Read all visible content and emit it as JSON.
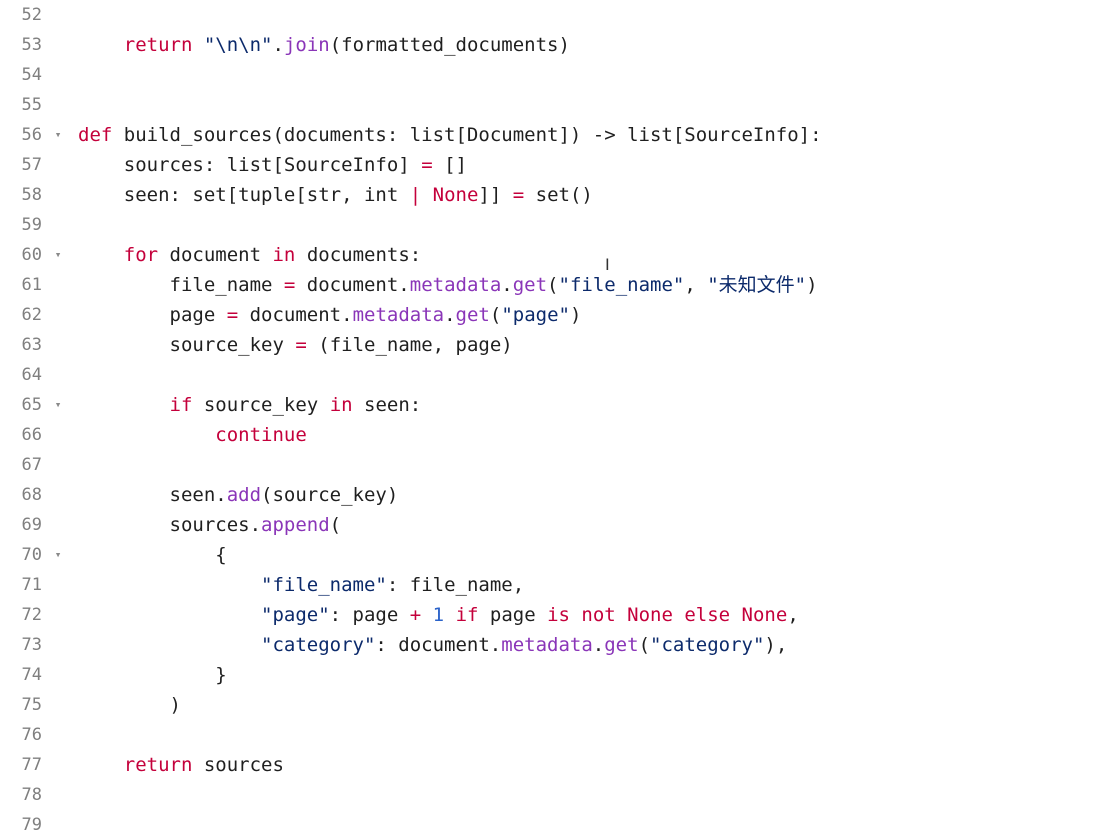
{
  "editor": {
    "lines": [
      {
        "num": "52",
        "fold": false,
        "indent": "",
        "tokens": []
      },
      {
        "num": "53",
        "fold": false,
        "indent": "    ",
        "tokens": [
          {
            "t": "return",
            "c": "kw"
          },
          {
            "t": " ",
            "c": "plain"
          },
          {
            "t": "\"\\n\\n\"",
            "c": "str"
          },
          {
            "t": ".",
            "c": "plain"
          },
          {
            "t": "join",
            "c": "meth"
          },
          {
            "t": "(formatted_documents)",
            "c": "plain"
          }
        ]
      },
      {
        "num": "54",
        "fold": false,
        "indent": "",
        "tokens": []
      },
      {
        "num": "55",
        "fold": false,
        "indent": "",
        "tokens": []
      },
      {
        "num": "56",
        "fold": true,
        "indent": "",
        "tokens": [
          {
            "t": "def",
            "c": "kw"
          },
          {
            "t": " build_sources(documents: list[Document]) ",
            "c": "plain"
          },
          {
            "t": "->",
            "c": "plain"
          },
          {
            "t": " list[SourceInfo]:",
            "c": "plain"
          }
        ]
      },
      {
        "num": "57",
        "fold": false,
        "indent": "    ",
        "tokens": [
          {
            "t": "sources: list[SourceInfo] ",
            "c": "plain"
          },
          {
            "t": "=",
            "c": "op"
          },
          {
            "t": " []",
            "c": "plain"
          }
        ]
      },
      {
        "num": "58",
        "fold": false,
        "indent": "    ",
        "tokens": [
          {
            "t": "seen: set[tuple[str, int ",
            "c": "plain"
          },
          {
            "t": "|",
            "c": "op"
          },
          {
            "t": " ",
            "c": "plain"
          },
          {
            "t": "None",
            "c": "kw"
          },
          {
            "t": "]] ",
            "c": "plain"
          },
          {
            "t": "=",
            "c": "op"
          },
          {
            "t": " set()",
            "c": "plain"
          }
        ]
      },
      {
        "num": "59",
        "fold": false,
        "indent": "",
        "tokens": []
      },
      {
        "num": "60",
        "fold": true,
        "indent": "    ",
        "tokens": [
          {
            "t": "for",
            "c": "kw"
          },
          {
            "t": " document ",
            "c": "plain"
          },
          {
            "t": "in",
            "c": "kw"
          },
          {
            "t": " documents:",
            "c": "plain"
          }
        ]
      },
      {
        "num": "61",
        "fold": false,
        "indent": "        ",
        "tokens": [
          {
            "t": "file_name ",
            "c": "plain"
          },
          {
            "t": "=",
            "c": "op"
          },
          {
            "t": " document.",
            "c": "plain"
          },
          {
            "t": "metadata",
            "c": "meth"
          },
          {
            "t": ".",
            "c": "plain"
          },
          {
            "t": "get",
            "c": "meth"
          },
          {
            "t": "(",
            "c": "plain"
          },
          {
            "t": "\"file_name\"",
            "c": "str"
          },
          {
            "t": ", ",
            "c": "plain"
          },
          {
            "t": "\"未知文件\"",
            "c": "str"
          },
          {
            "t": ")",
            "c": "plain"
          }
        ]
      },
      {
        "num": "62",
        "fold": false,
        "indent": "        ",
        "tokens": [
          {
            "t": "page ",
            "c": "plain"
          },
          {
            "t": "=",
            "c": "op"
          },
          {
            "t": " document.",
            "c": "plain"
          },
          {
            "t": "metadata",
            "c": "meth"
          },
          {
            "t": ".",
            "c": "plain"
          },
          {
            "t": "get",
            "c": "meth"
          },
          {
            "t": "(",
            "c": "plain"
          },
          {
            "t": "\"page\"",
            "c": "str"
          },
          {
            "t": ")",
            "c": "plain"
          }
        ]
      },
      {
        "num": "63",
        "fold": false,
        "indent": "        ",
        "tokens": [
          {
            "t": "source_key ",
            "c": "plain"
          },
          {
            "t": "=",
            "c": "op"
          },
          {
            "t": " (file_name, page)",
            "c": "plain"
          }
        ]
      },
      {
        "num": "64",
        "fold": false,
        "indent": "",
        "tokens": []
      },
      {
        "num": "65",
        "fold": true,
        "indent": "        ",
        "tokens": [
          {
            "t": "if",
            "c": "kw"
          },
          {
            "t": " source_key ",
            "c": "plain"
          },
          {
            "t": "in",
            "c": "kw"
          },
          {
            "t": " seen:",
            "c": "plain"
          }
        ]
      },
      {
        "num": "66",
        "fold": false,
        "indent": "            ",
        "tokens": [
          {
            "t": "continue",
            "c": "kw"
          }
        ]
      },
      {
        "num": "67",
        "fold": false,
        "indent": "",
        "tokens": []
      },
      {
        "num": "68",
        "fold": false,
        "indent": "        ",
        "tokens": [
          {
            "t": "seen.",
            "c": "plain"
          },
          {
            "t": "add",
            "c": "meth"
          },
          {
            "t": "(source_key)",
            "c": "plain"
          }
        ]
      },
      {
        "num": "69",
        "fold": false,
        "indent": "        ",
        "tokens": [
          {
            "t": "sources.",
            "c": "plain"
          },
          {
            "t": "append",
            "c": "meth"
          },
          {
            "t": "(",
            "c": "plain"
          }
        ]
      },
      {
        "num": "70",
        "fold": true,
        "indent": "            ",
        "tokens": [
          {
            "t": "{",
            "c": "plain"
          }
        ]
      },
      {
        "num": "71",
        "fold": false,
        "indent": "                ",
        "tokens": [
          {
            "t": "\"file_name\"",
            "c": "str"
          },
          {
            "t": ": file_name,",
            "c": "plain"
          }
        ]
      },
      {
        "num": "72",
        "fold": false,
        "indent": "                ",
        "tokens": [
          {
            "t": "\"page\"",
            "c": "str"
          },
          {
            "t": ": page ",
            "c": "plain"
          },
          {
            "t": "+",
            "c": "op"
          },
          {
            "t": " ",
            "c": "plain"
          },
          {
            "t": "1",
            "c": "num"
          },
          {
            "t": " ",
            "c": "plain"
          },
          {
            "t": "if",
            "c": "kw"
          },
          {
            "t": " page ",
            "c": "plain"
          },
          {
            "t": "is not None else None",
            "c": "kw"
          },
          {
            "t": ",",
            "c": "plain"
          }
        ]
      },
      {
        "num": "73",
        "fold": false,
        "indent": "                ",
        "tokens": [
          {
            "t": "\"category\"",
            "c": "str"
          },
          {
            "t": ": document.",
            "c": "plain"
          },
          {
            "t": "metadata",
            "c": "meth"
          },
          {
            "t": ".",
            "c": "plain"
          },
          {
            "t": "get",
            "c": "meth"
          },
          {
            "t": "(",
            "c": "plain"
          },
          {
            "t": "\"category\"",
            "c": "str"
          },
          {
            "t": "),",
            "c": "plain"
          }
        ]
      },
      {
        "num": "74",
        "fold": false,
        "indent": "            ",
        "tokens": [
          {
            "t": "}",
            "c": "plain"
          }
        ]
      },
      {
        "num": "75",
        "fold": false,
        "indent": "        ",
        "tokens": [
          {
            "t": ")",
            "c": "plain"
          }
        ]
      },
      {
        "num": "76",
        "fold": false,
        "indent": "",
        "tokens": []
      },
      {
        "num": "77",
        "fold": false,
        "indent": "    ",
        "tokens": [
          {
            "t": "return",
            "c": "kw"
          },
          {
            "t": " sources",
            "c": "plain"
          }
        ]
      },
      {
        "num": "78",
        "fold": false,
        "indent": "",
        "tokens": []
      },
      {
        "num": "79",
        "fold": false,
        "indent": "",
        "tokens": []
      }
    ],
    "fold_icon": "▾",
    "cursor_icon": "I"
  }
}
